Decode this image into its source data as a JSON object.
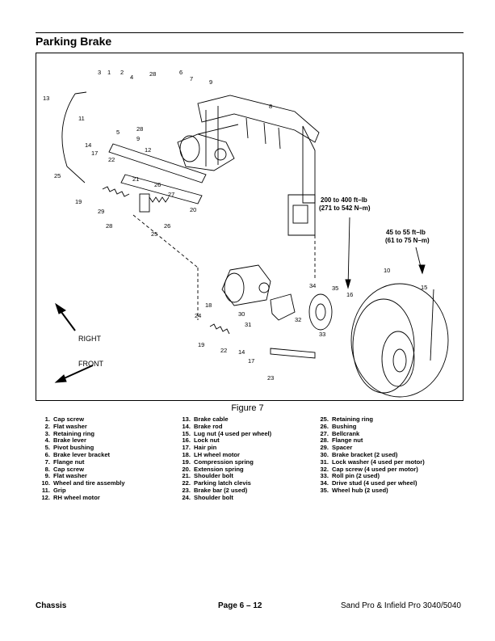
{
  "header": {
    "title": "Parking Brake"
  },
  "figure": {
    "caption": "Figure 7",
    "callouts": [
      "3",
      "1",
      "2",
      "4",
      "28",
      "6",
      "7",
      "9",
      "8",
      "13",
      "11",
      "5",
      "28",
      "9",
      "12",
      "14",
      "17",
      "22",
      "21",
      "26",
      "27",
      "25",
      "19",
      "29",
      "20",
      "28",
      "26",
      "25",
      "18",
      "24",
      "30",
      "31",
      "19",
      "22",
      "14",
      "17",
      "23",
      "32",
      "33",
      "34",
      "35",
      "16",
      "10",
      "15"
    ],
    "torque_1": [
      "200 to 400 ft–lb",
      "(271 to 542 N–m)"
    ],
    "torque_2": [
      "45 to 55 ft–lb",
      "(61 to 75 N–m)"
    ],
    "directions": {
      "right": "RIGHT",
      "front": "FRONT"
    }
  },
  "legend": {
    "col1": [
      {
        "num": "1.",
        "text": "Cap screw"
      },
      {
        "num": "2.",
        "text": "Flat washer"
      },
      {
        "num": "3.",
        "text": "Retaining ring"
      },
      {
        "num": "4.",
        "text": "Brake lever"
      },
      {
        "num": "5.",
        "text": "Pivot bushing"
      },
      {
        "num": "6.",
        "text": "Brake lever bracket"
      },
      {
        "num": "7.",
        "text": "Flange nut"
      },
      {
        "num": "8.",
        "text": "Cap screw"
      },
      {
        "num": "9.",
        "text": "Flat washer"
      },
      {
        "num": "10.",
        "text": "Wheel and tire assembly"
      },
      {
        "num": "11.",
        "text": "Grip"
      },
      {
        "num": "12.",
        "text": "RH wheel motor"
      }
    ],
    "col2": [
      {
        "num": "13.",
        "text": "Brake cable"
      },
      {
        "num": "14.",
        "text": "Brake rod"
      },
      {
        "num": "15.",
        "text": "Lug nut (4 used per wheel)"
      },
      {
        "num": "16.",
        "text": "Lock nut"
      },
      {
        "num": "17.",
        "text": "Hair pin"
      },
      {
        "num": "18.",
        "text": "LH wheel motor"
      },
      {
        "num": "19.",
        "text": "Compression spring"
      },
      {
        "num": "20.",
        "text": "Extension spring"
      },
      {
        "num": "21.",
        "text": "Shoulder bolt"
      },
      {
        "num": "22.",
        "text": "Parking latch clevis"
      },
      {
        "num": "23.",
        "text": "Brake bar (2 used)"
      },
      {
        "num": "24.",
        "text": "Shoulder bolt"
      }
    ],
    "col3": [
      {
        "num": "25.",
        "text": "Retaining ring"
      },
      {
        "num": "26.",
        "text": "Bushing"
      },
      {
        "num": "27.",
        "text": "Bellcrank"
      },
      {
        "num": "28.",
        "text": "Flange nut"
      },
      {
        "num": "29.",
        "text": "Spacer"
      },
      {
        "num": "30.",
        "text": "Brake bracket (2 used)"
      },
      {
        "num": "31.",
        "text": "Lock washer (4 used per motor)"
      },
      {
        "num": "32.",
        "text": "Cap screw (4 used per motor)"
      },
      {
        "num": "33.",
        "text": "Roll pin (2 used)"
      },
      {
        "num": "34.",
        "text": "Drive stud (4 used per wheel)"
      },
      {
        "num": "35.",
        "text": "Wheel hub (2 used)"
      }
    ]
  },
  "footer": {
    "left": "Chassis",
    "center": "Page 6 – 12",
    "right": "Sand Pro & Infield Pro 3040/5040"
  }
}
